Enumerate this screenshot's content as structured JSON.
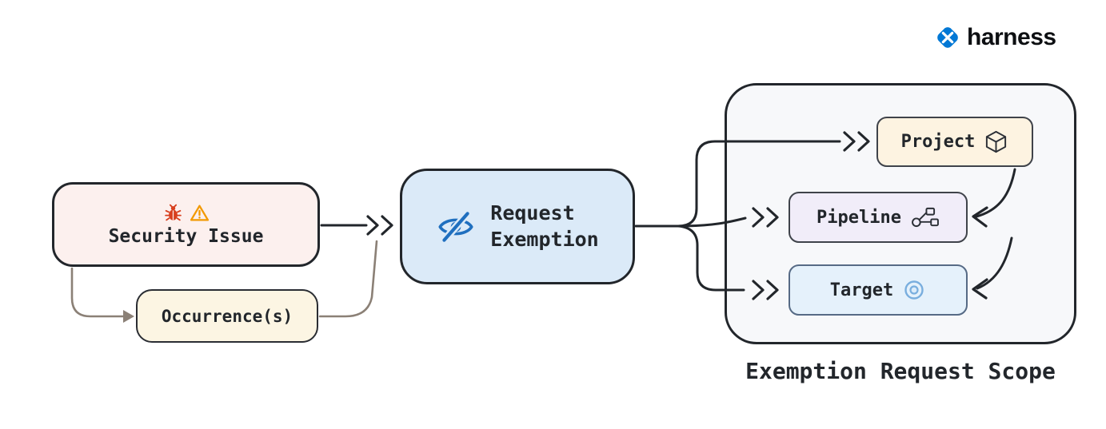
{
  "logo": {
    "brand": "harness"
  },
  "diagram": {
    "security_issue": {
      "label": "Security Issue"
    },
    "occurrences": {
      "label": "Occurrence(s)"
    },
    "request_exemption": {
      "line1": "Request",
      "line2": "Exemption"
    },
    "scope": {
      "caption": "Exemption Request Scope",
      "project": {
        "label": "Project"
      },
      "pipeline": {
        "label": "Pipeline"
      },
      "target": {
        "label": "Target"
      }
    },
    "connections": [
      {
        "from": "security-issue",
        "to": "request-exemption"
      },
      {
        "from": "security-issue",
        "to": "occurrences"
      },
      {
        "from": "occurrences",
        "to": "request-exemption"
      },
      {
        "from": "request-exemption",
        "to": "project"
      },
      {
        "from": "request-exemption",
        "to": "pipeline"
      },
      {
        "from": "request-exemption",
        "to": "target"
      },
      {
        "from": "project",
        "to": "pipeline"
      },
      {
        "from": "project",
        "to": "target"
      }
    ]
  },
  "colors": {
    "brand_blue": "#0278d5",
    "edge_dark": "#22262b",
    "edge_taupe": "#8b8076",
    "security_bg": "#fcf0ee",
    "occurrence_bg": "#fcf5e3",
    "exemption_bg": "#dbeaf8",
    "scope_bg": "#f7f8fa",
    "project_bg": "#fdf3e1",
    "pipeline_bg": "#f1edf9",
    "target_bg": "#e5f1fb",
    "bug_red": "#d8401f",
    "warning_orange": "#f29900",
    "eye_blue": "#1f6fbf"
  }
}
